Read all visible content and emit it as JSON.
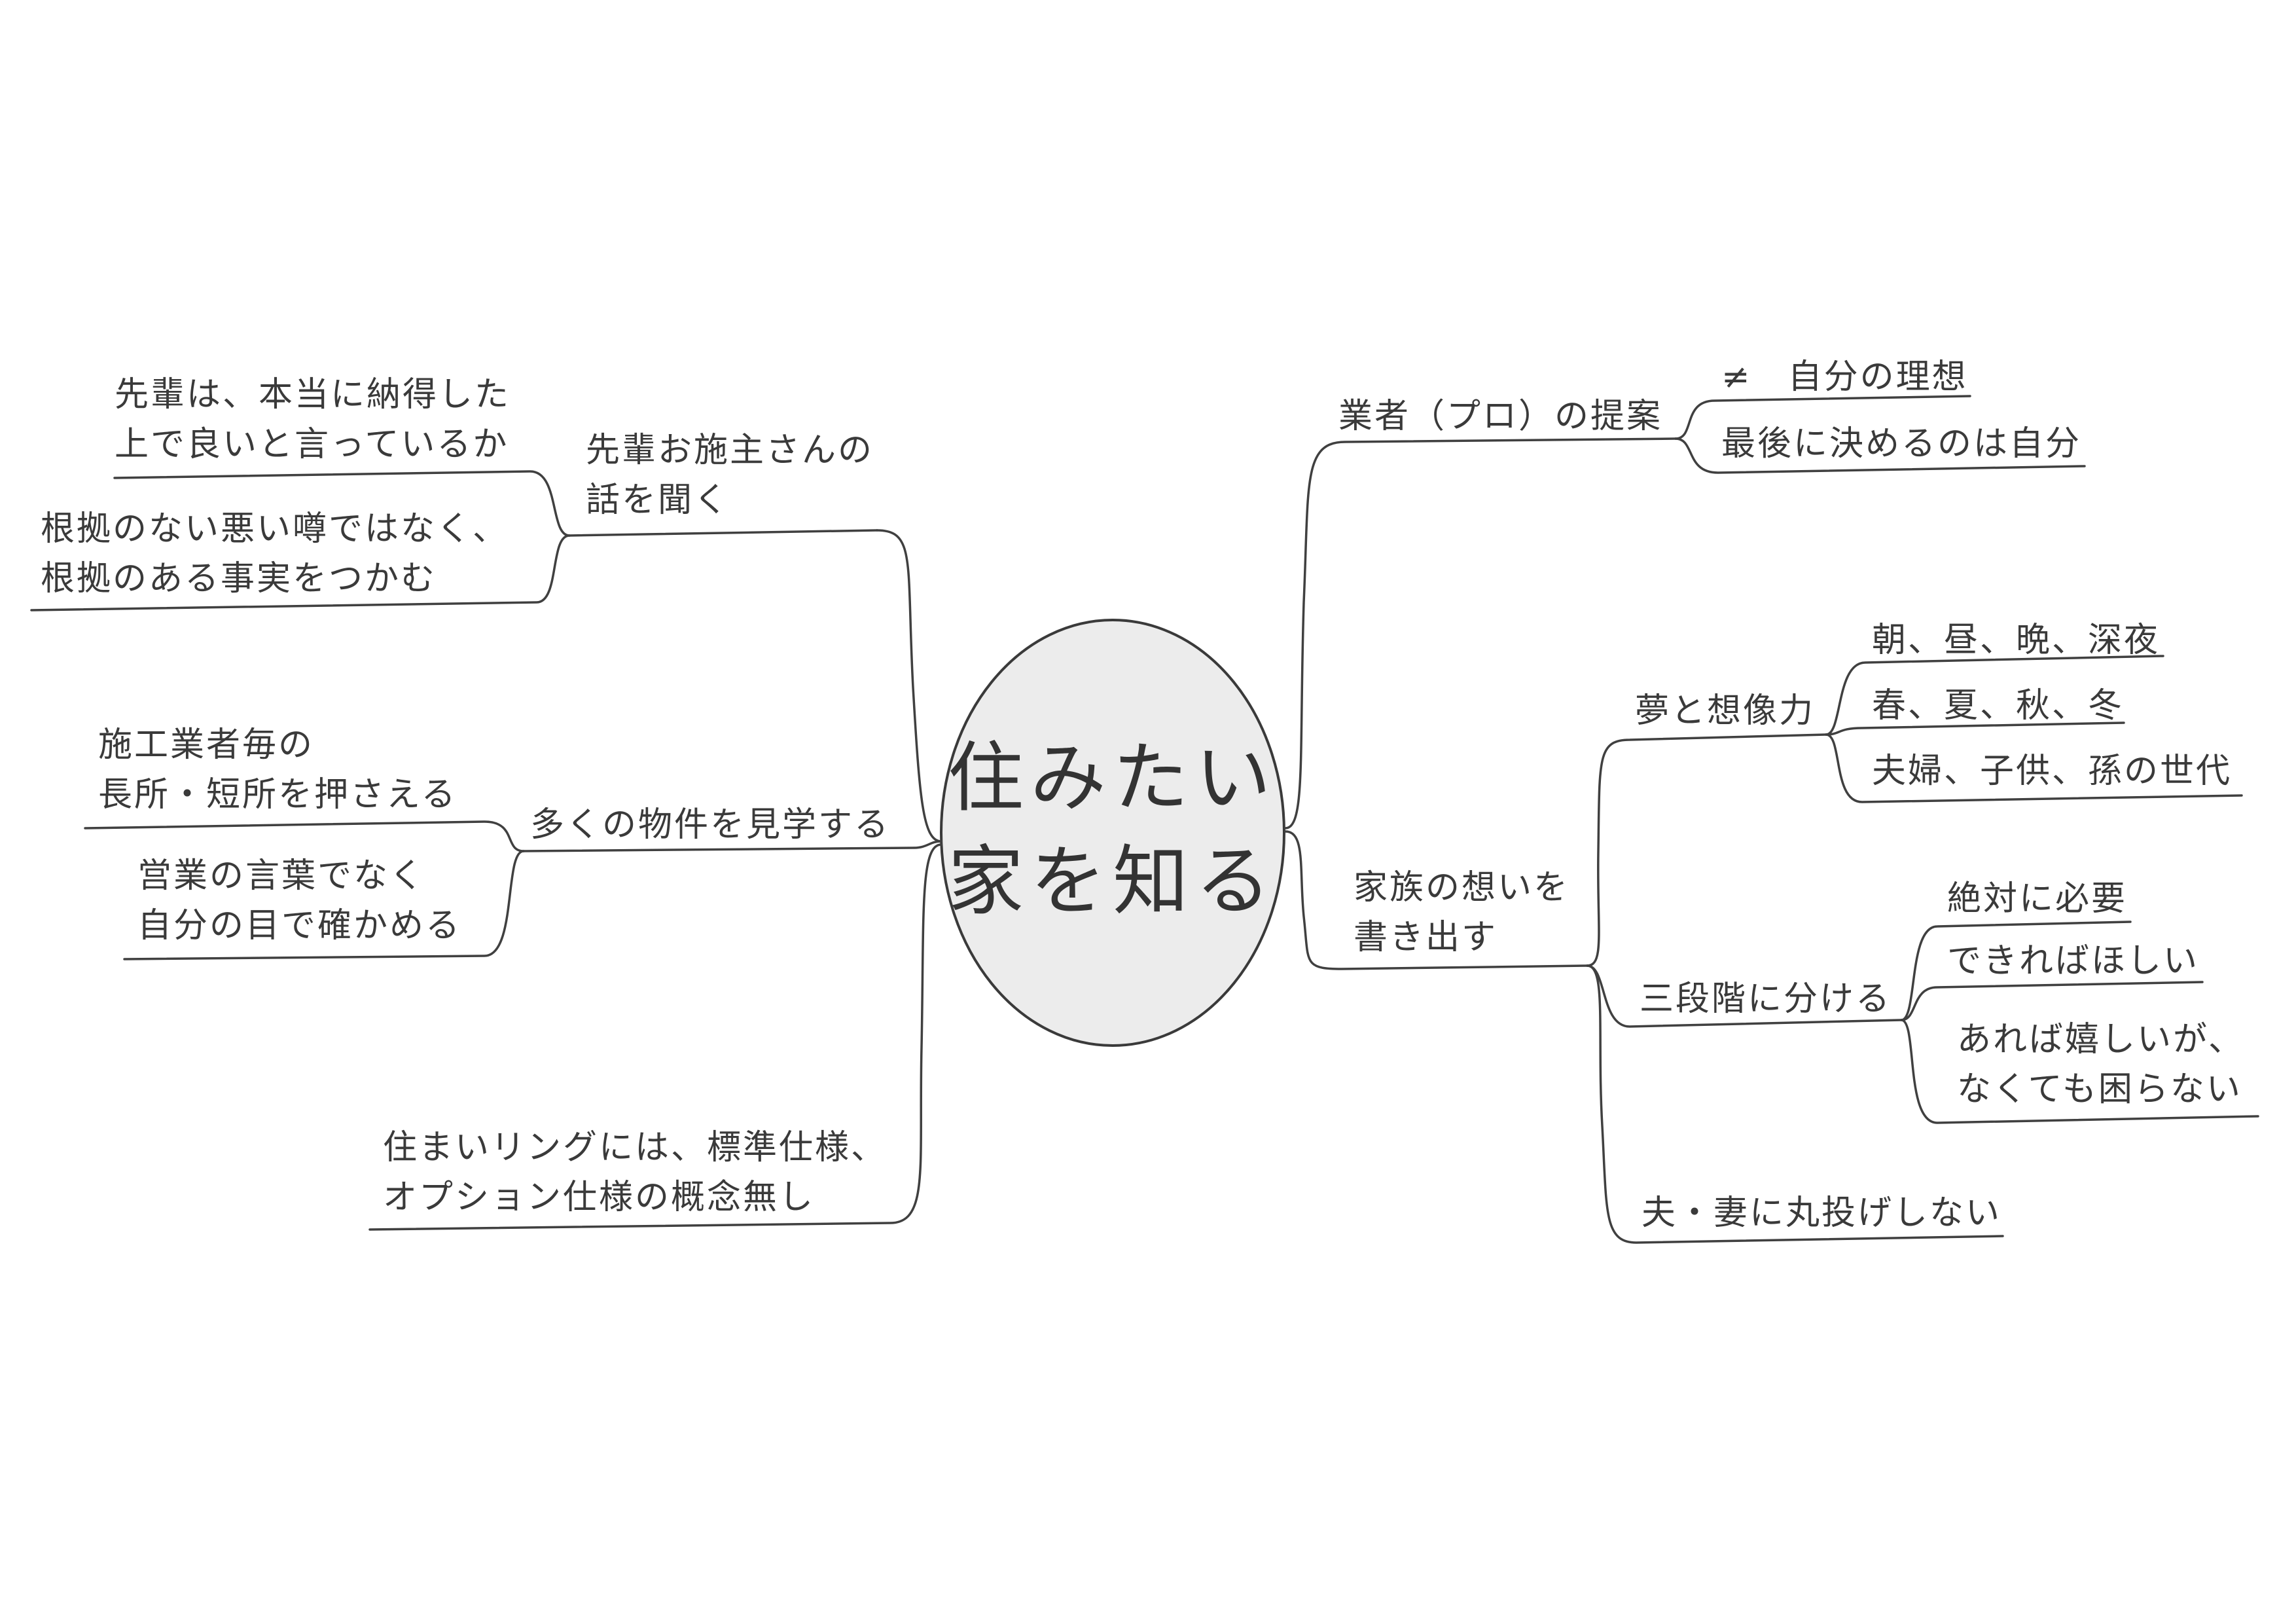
{
  "center": {
    "line1": "住みたい",
    "line2": "家を知る"
  },
  "left": {
    "senpai": {
      "label": [
        "先輩お施主さんの",
        "話を聞く"
      ],
      "children": [
        [
          "先輩は、本当に納得した",
          "上で良いと言っているか"
        ],
        [
          "根拠のない悪い噂ではなく、",
          "根拠のある事実をつかむ"
        ]
      ]
    },
    "kengaku": {
      "label": "多くの物件を見学する",
      "children": [
        [
          "施工業者毎の",
          "長所・短所を押さえる"
        ],
        [
          "営業の言葉でなく",
          "自分の目で確かめる"
        ]
      ]
    },
    "ring": {
      "label": [
        "住まいリングには、標準仕様、",
        "オプション仕様の概念無し"
      ]
    }
  },
  "right": {
    "teian": {
      "label": "業者（プロ）の提案",
      "children": [
        "≠　自分の理想",
        "最後に決めるのは自分"
      ]
    },
    "kazoku": {
      "label": [
        "家族の想いを",
        "書き出す"
      ],
      "yume": {
        "label": "夢と想像力",
        "children": [
          "朝、昼、晩、深夜",
          "春、夏、秋、冬",
          "夫婦、子供、孫の世代"
        ]
      },
      "sandan": {
        "label": "三段階に分ける",
        "children": [
          "絶対に必要",
          "できればほしい",
          [
            "あれば嬉しいが、",
            "なくても困らない"
          ]
        ]
      },
      "fusai": {
        "label": "夫・妻に丸投げしない"
      }
    }
  }
}
